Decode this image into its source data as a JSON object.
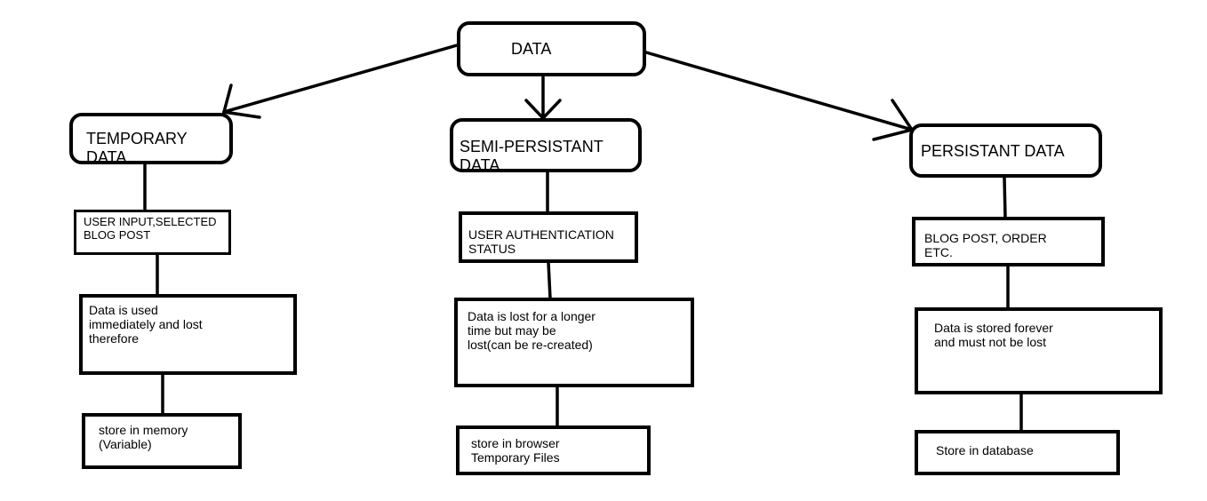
{
  "root": {
    "label": "DATA"
  },
  "branches": [
    {
      "key": "temporary",
      "title": "TEMPORARY DATA",
      "example": "USER INPUT,SELECTED\nBLOG POST",
      "description": "Data is used\nimmediately and lost\ntherefore",
      "storage": "store in memory\n(Variable)"
    },
    {
      "key": "semi-persistant",
      "title": "SEMI-PERSISTANT DATA",
      "example": "USER AUTHENTICATION\nSTATUS",
      "description": "Data is lost for a longer\ntime but may be\nlost(can be re-created)",
      "storage": "store in browser\nTemporary Files"
    },
    {
      "key": "persistant",
      "title": "PERSISTANT DATA",
      "example": "BLOG POST, ORDER\nETC.",
      "description": "Data is stored forever\nand must not be lost",
      "storage": "Store in database"
    }
  ]
}
